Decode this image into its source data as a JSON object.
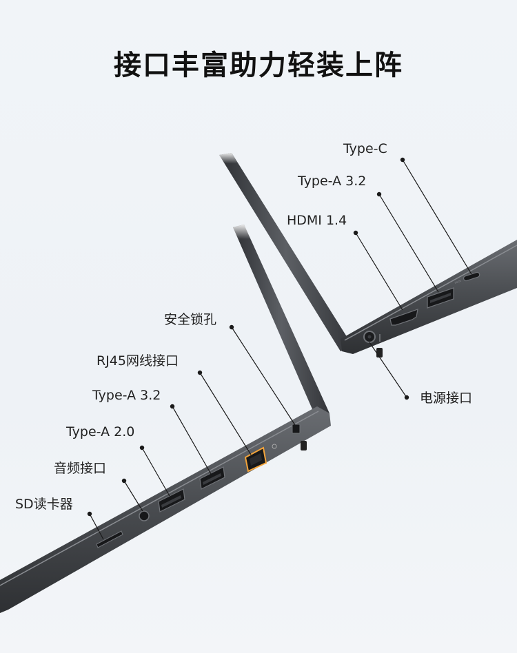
{
  "headline": "接口丰富助力轻装上阵",
  "right_ports": {
    "type_c": "Type-C",
    "type_a_32": "Type-A 3.2",
    "hdmi": "HDMI 1.4",
    "power": "电源接口"
  },
  "left_ports": {
    "lock": "安全锁孔",
    "rj45": "RJ45网线接口",
    "type_a_32": "Type-A 3.2",
    "type_a_20": "Type-A 2.0",
    "audio": "音频接口",
    "sd": "SD读卡器"
  },
  "colors": {
    "chassis": "#4a4c50",
    "chassis_edge": "#2d2f32",
    "port_hole": "#18191b",
    "accent_rj45": "#f2a33a",
    "leader_line": "#1a1a1a"
  }
}
